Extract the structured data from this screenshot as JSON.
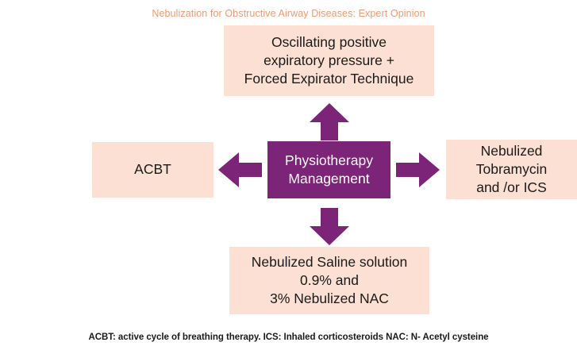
{
  "figure": {
    "title": "Nebulization for Obstructive Airway Diseases: Expert Opinion",
    "footnote": "ACBT: active cycle of breathing therapy. ICS: Inhaled corticosteroids NAC: N- Acetyl cysteine"
  },
  "colors": {
    "title_orange": "#ED9B72",
    "box_peach": "#FBE0D3",
    "center_purple": "#7C2477",
    "arrow_purple": "#7C2477",
    "text_dark": "#1a1a1a",
    "center_text": "#ffffff",
    "background": "#ffffff"
  },
  "center_node": {
    "label": "Physiotherapy Management",
    "line1": "Physiotherapy",
    "line2": "Management"
  },
  "nodes": {
    "top": {
      "label": "Oscillating positive expiratory pressure + Forced Expirator Technique",
      "line1": "Oscillating positive",
      "line2": "expiratory pressure +",
      "line3": "Forced Expirator Technique"
    },
    "left": {
      "label": "ACBT",
      "line1": "ACBT"
    },
    "right": {
      "label": "Nebulized Tobramycin and /or ICS",
      "line1": "Nebulized",
      "line2": "Tobramycin",
      "line3": "and /or ICS"
    },
    "bottom": {
      "label": "Nebulized Saline solution 0.9% and 3% Nebulized NAC",
      "line1": "Nebulized Saline solution",
      "line2": "0.9% and",
      "line3": "3% Nebulized NAC"
    }
  },
  "arrows": [
    {
      "name": "arrow-up",
      "direction": "up",
      "from": "center_node",
      "to": "top"
    },
    {
      "name": "arrow-down",
      "direction": "down",
      "from": "center_node",
      "to": "bottom"
    },
    {
      "name": "arrow-left",
      "direction": "left",
      "from": "center_node",
      "to": "left"
    },
    {
      "name": "arrow-right",
      "direction": "right",
      "from": "center_node",
      "to": "right"
    }
  ],
  "chart_data": {
    "type": "diagram",
    "subtype": "hub-and-spoke",
    "title": "Nebulization for Obstructive Airway Diseases: Expert Opinion",
    "hub": "Physiotherapy Management",
    "spokes": [
      {
        "position": "top",
        "label": "Oscillating positive expiratory pressure + Forced Expirator Technique"
      },
      {
        "position": "right",
        "label": "Nebulized Tobramycin and /or ICS"
      },
      {
        "position": "bottom",
        "label": "Nebulized Saline solution 0.9% and 3% Nebulized NAC"
      },
      {
        "position": "left",
        "label": "ACBT"
      }
    ],
    "footnote": "ACBT: active cycle of breathing therapy. ICS: Inhaled corticosteroids NAC: N- Acetyl cysteine"
  }
}
